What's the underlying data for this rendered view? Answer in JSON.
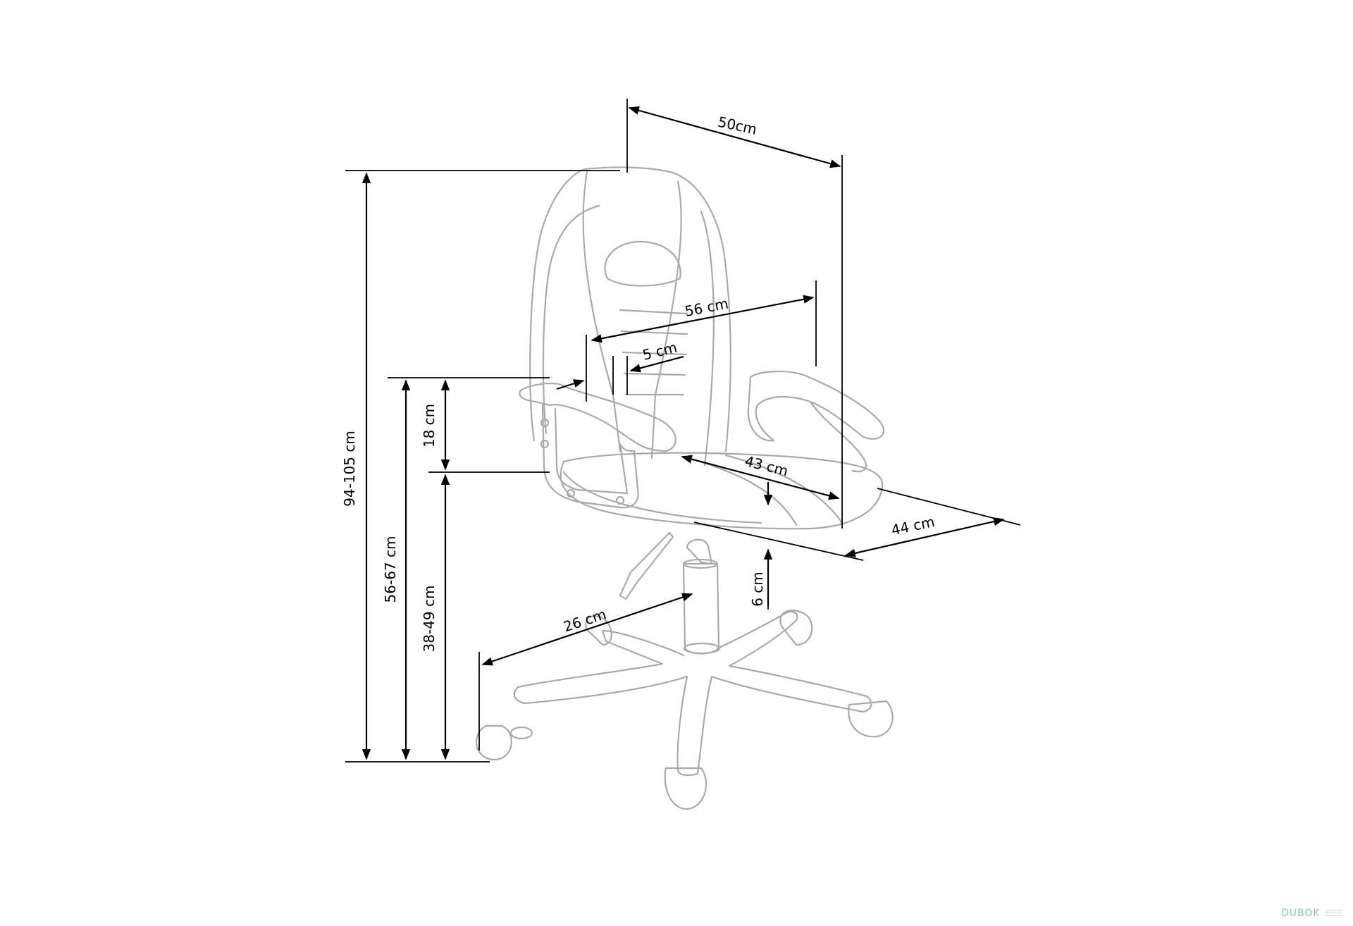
{
  "dimensions": {
    "total_height": "94-105 cm",
    "armrest_height": "56-67 cm",
    "seat_height": "38-49 cm",
    "armrest_above_seat": "18 cm",
    "backrest_width": "50cm",
    "overall_width": "56 cm",
    "armrest_width": "5 cm",
    "seat_width": "43 cm",
    "seat_depth": "44 cm",
    "height_adjust": "6 cm",
    "base_radius": "26 cm"
  },
  "watermark": "DUBOK",
  "colors": {
    "chair_outline": "#a9a9a9",
    "dimension_lines": "#000000",
    "watermark": "#7fd1a8"
  }
}
